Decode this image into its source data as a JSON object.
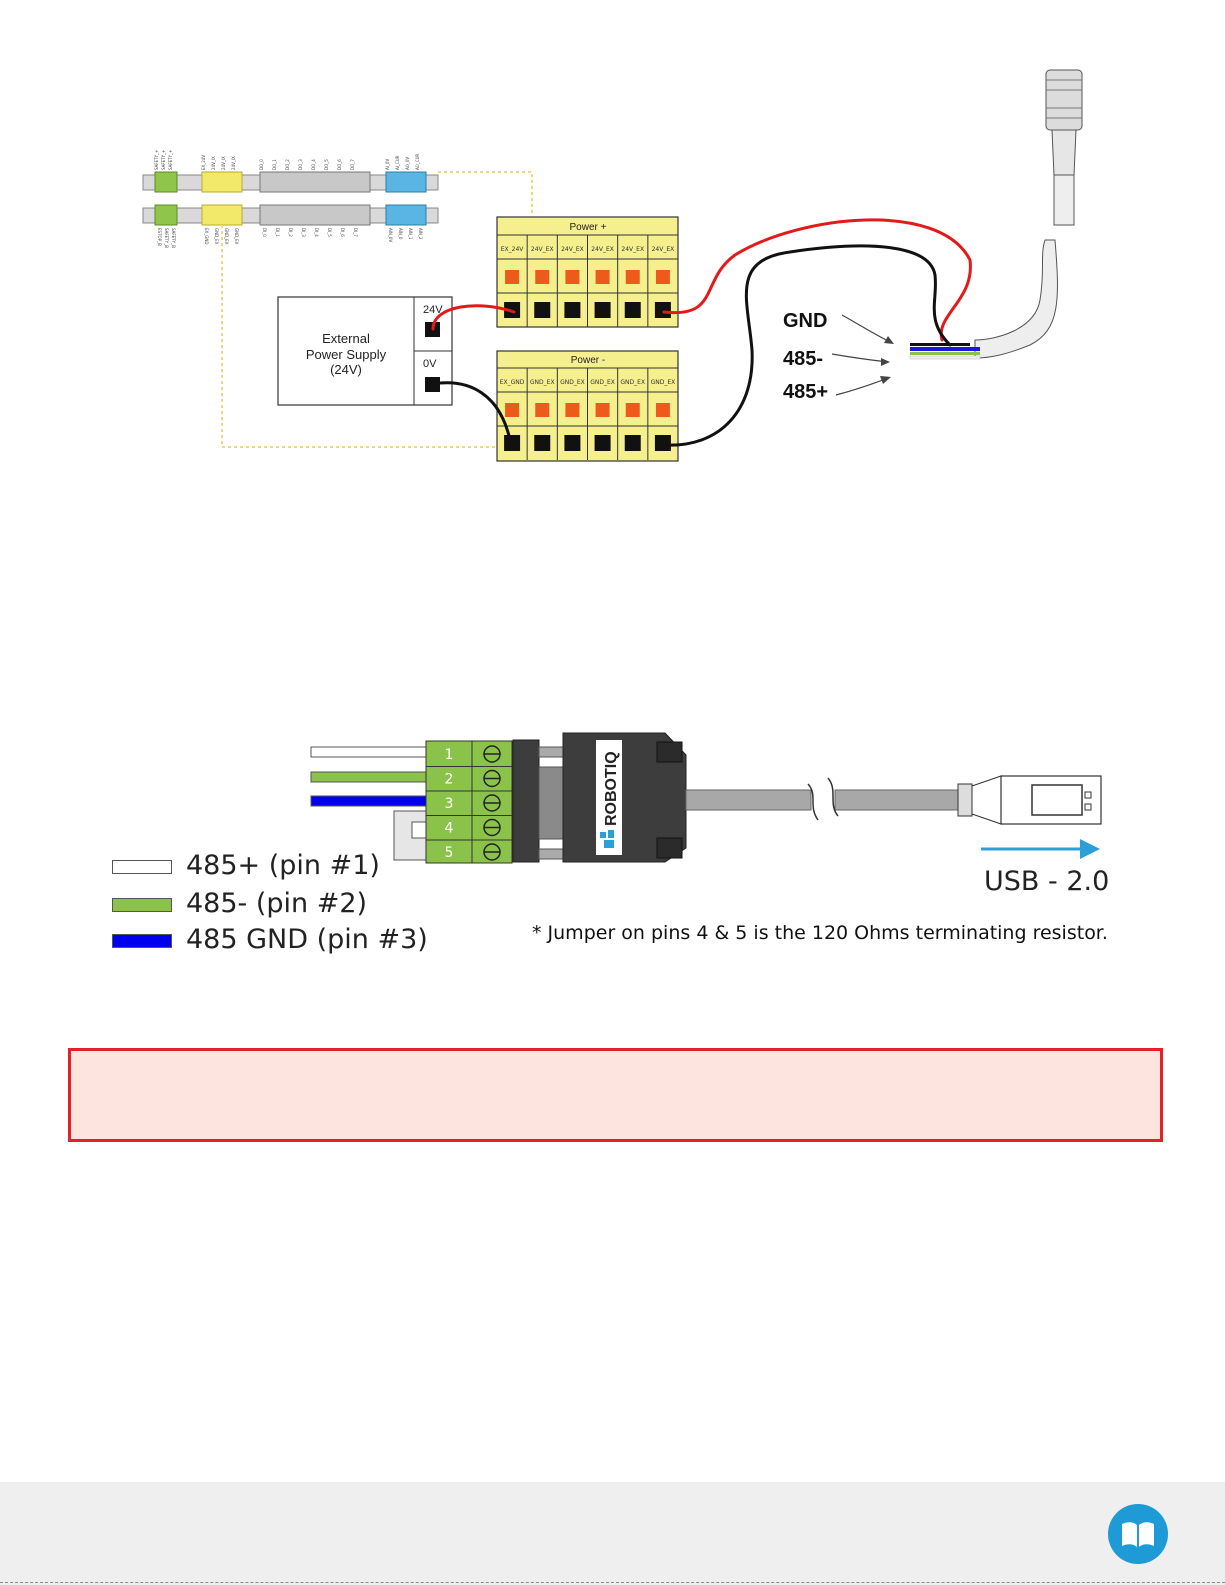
{
  "wiring": {
    "controller_top_labels": [
      "SAFETY_+",
      "SAFETY_+",
      "SAFETY_+",
      "EX_24V",
      "24V_IX",
      "24V_IX",
      "24V_IX",
      "DO_0",
      "DO_1",
      "DO_2",
      "DO_3",
      "DO_4",
      "DO_5",
      "DO_6",
      "DO_7",
      "AI_0V",
      "AI_CUR",
      "AO_0V",
      "AO_CUR"
    ],
    "controller_bottom_labels": [
      "ESTOP_B",
      "SAFETY_B",
      "SAFETY_B",
      "EX_GND",
      "GND_EX",
      "GND_EX",
      "GND_EX",
      "DI_0",
      "DI_1",
      "DI_2",
      "DI_3",
      "DI_4",
      "DI_5",
      "DI_6",
      "DI_7",
      "AIN_0V",
      "AIN_0",
      "AIN_1",
      "AIN_2"
    ],
    "power_plus": {
      "title": "Power +",
      "terminals": [
        "EX_24V",
        "24V_EX",
        "24V_EX",
        "24V_EX",
        "24V_EX",
        "24V_EX"
      ]
    },
    "power_minus": {
      "title": "Power -",
      "terminals": [
        "EX_GND",
        "GND_EX",
        "GND_EX",
        "GND_EX",
        "GND_EX",
        "GND_EX"
      ]
    },
    "external_supply": {
      "label_line1": "External",
      "label_line2": "Power Supply",
      "label_line3": "(24V)",
      "terminal_plus": "24V",
      "terminal_minus": "0V"
    },
    "callouts": {
      "gnd": "GND",
      "rs485_minus": "485-",
      "rs485_plus": "485+"
    },
    "colors": {
      "red_wire": "#e41a1a",
      "black_wire": "#111111",
      "terminal_yellow": "#f5ef8e",
      "terminal_orange": "#ee5a1c",
      "controller_green": "#8fc54a",
      "controller_blue": "#5bb5e2",
      "controller_yellow": "#f2e96a"
    }
  },
  "usb_diagram": {
    "pins": [
      "1",
      "2",
      "3",
      "4",
      "5"
    ],
    "brand": "ROBOTIQ",
    "usb_label": "USB - 2.0",
    "colors": {
      "pin_block": "#8bc34a",
      "arrow": "#2b9fd8",
      "adapter_body": "#3d3d3d",
      "cable": "#a8a8a8"
    }
  },
  "legend": [
    {
      "label": "485+ (pin #1)",
      "color": "#ffffff"
    },
    {
      "label": "485- (pin #2)",
      "color": "#8bc34a"
    },
    {
      "label": "485 GND (pin #3)",
      "color": "#0000ee"
    }
  ],
  "note": "* Jumper on pins 4 & 5 is the 120 Ohms terminating resistor.",
  "warning_box": {
    "border_color": "#e32228",
    "background": "#fde4de"
  },
  "footer": {
    "icon": "book-icon",
    "icon_color": "#1e9ad6"
  }
}
